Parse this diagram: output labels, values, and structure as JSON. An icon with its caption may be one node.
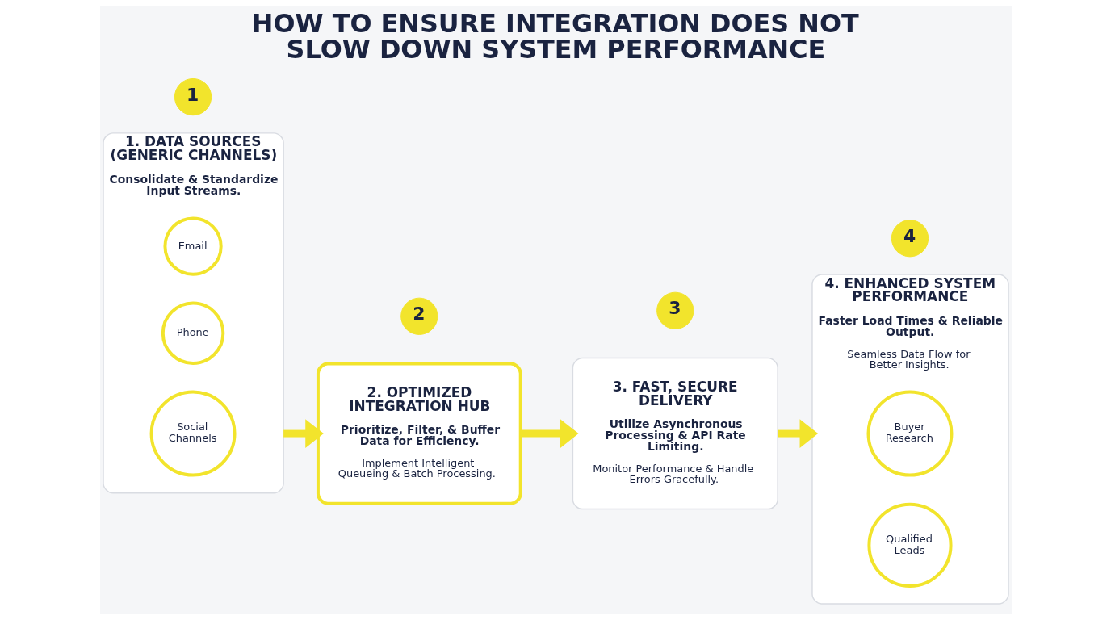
{
  "diagram": {
    "title": "HOW TO ENSURE INTEGRATION DOES NOT SLOW DOWN SYSTEM PERFORMANCE",
    "nodes": [
      {
        "text": [
          "1"
        ]
      },
      {
        "text": [
          "1. DATA SOURCES (GENERIC CHANNELS)",
          "Consolidate & Standardize Input Streams."
        ]
      },
      {
        "text": [
          "Email"
        ],
        "in": 1
      },
      {
        "text": [
          "Phone"
        ],
        "in": 1
      },
      {
        "text": [
          "Social Channels"
        ],
        "in": 1
      },
      {
        "text": [
          "2"
        ]
      },
      {
        "text": [
          "2. OPTIMIZED INTEGRATION HUB",
          "Prioritize, Filter, & Buffer Data for Efficiency.",
          "Implement Intelligent Queueing & Batch Processing."
        ]
      },
      {
        "text": [
          "3"
        ]
      },
      {
        "text": [
          "3. FAST, SECURE DELIVERY",
          "Utilize Asynchronous Processing & API Rate Limiting.",
          "Monitor Performance & Handle Errors Gracefully."
        ]
      },
      {
        "text": [
          "4"
        ]
      },
      {
        "text": [
          "4. ENHANCED SYSTEM PERFORMANCE",
          "Faster Load Times & Reliable Output.",
          "Seamless Data Flow for Better Insights."
        ]
      },
      {
        "text": [
          "Buyer Research"
        ],
        "in": 10
      },
      {
        "text": [
          "Qualified Leads"
        ],
        "in": 10
      }
    ],
    "edges": [
      {
        "from": 1,
        "to": 6,
        "arrow": "to"
      },
      {
        "from": 6,
        "to": 8,
        "arrow": "to"
      },
      {
        "from": 8,
        "to": 10,
        "arrow": "to"
      }
    ]
  }
}
